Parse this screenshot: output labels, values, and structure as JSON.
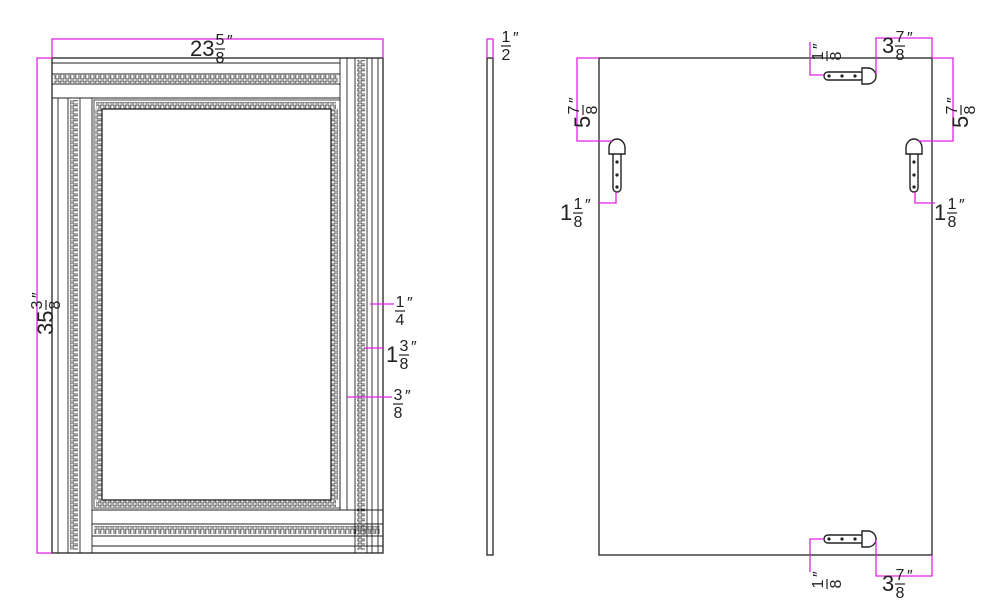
{
  "drawing": {
    "inch_mark": "″",
    "front_view": {
      "width": {
        "whole": "23",
        "num": "5",
        "den": "8"
      },
      "height": {
        "whole": "35",
        "num": "3",
        "den": "8"
      },
      "outer_band": {
        "whole": "",
        "num": "1",
        "den": "4"
      },
      "middle_band": {
        "whole": "1",
        "num": "3",
        "den": "8"
      },
      "inner_band": {
        "whole": "",
        "num": "3",
        "den": "8"
      }
    },
    "side_view": {
      "thickness": {
        "whole": "",
        "num": "1",
        "den": "2"
      }
    },
    "back_view": {
      "top_hanger_offset": {
        "whole": "",
        "num": "1",
        "den": "8"
      },
      "top_hanger_edge": {
        "whole": "3",
        "num": "7",
        "den": "8"
      },
      "left_hanger_top": {
        "whole": "5",
        "num": "7",
        "den": "8"
      },
      "right_hanger_top": {
        "whole": "5",
        "num": "7",
        "den": "8"
      },
      "left_hanger_edge": {
        "whole": "1",
        "num": "1",
        "den": "8"
      },
      "right_hanger_edge": {
        "whole": "1",
        "num": "1",
        "den": "8"
      },
      "bottom_hanger_offset": {
        "whole": "",
        "num": "1",
        "den": "8"
      },
      "bottom_hanger_edge": {
        "whole": "3",
        "num": "7",
        "den": "8"
      }
    }
  }
}
